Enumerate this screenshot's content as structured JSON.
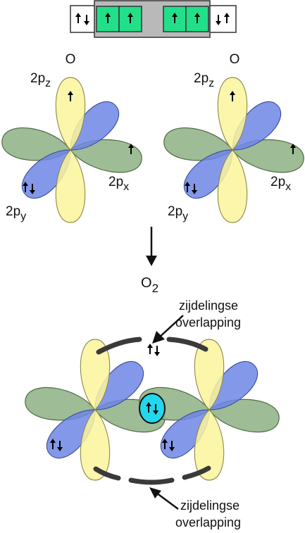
{
  "colors": {
    "yellow_lobe": "#fbf59b",
    "blue_lobe": "#6f86e6",
    "green_lobe": "#93b58a",
    "box_green": "#22e08a",
    "box_gray": "#b9b9b9",
    "cyan_overlap": "#22d8ee",
    "dash": "#3a3a3a"
  },
  "top_box": {
    "cells": [
      "up-down",
      "up",
      "up",
      "up",
      "up",
      "down-up"
    ]
  },
  "atom_left": {
    "element": "O",
    "orbital_z": "2p",
    "orbital_z_sub": "z",
    "orbital_x": "2p",
    "orbital_x_sub": "x",
    "orbital_y": "2p",
    "orbital_y_sub": "y",
    "z_electrons": "up",
    "x_electrons": "up",
    "y_electrons": "up-down"
  },
  "atom_right": {
    "element": "O",
    "orbital_z": "2p",
    "orbital_z_sub": "z",
    "orbital_x": "2p",
    "orbital_x_sub": "x",
    "orbital_y": "2p",
    "orbital_y_sub": "y",
    "z_electrons": "up",
    "x_electrons": "up",
    "y_electrons": "up-down"
  },
  "product": {
    "molecule": "O",
    "molecule_sub": "2"
  },
  "annotations": {
    "top_label_line1": "zijdelingse",
    "top_label_line2": "overlapping",
    "bottom_label_line1": "zijdelingse",
    "bottom_label_line2": "overlapping"
  },
  "o2_electrons": {
    "pi_top": "up-down",
    "sigma_center": "up-down",
    "left_y": "up-down",
    "right_y": "up-down"
  }
}
